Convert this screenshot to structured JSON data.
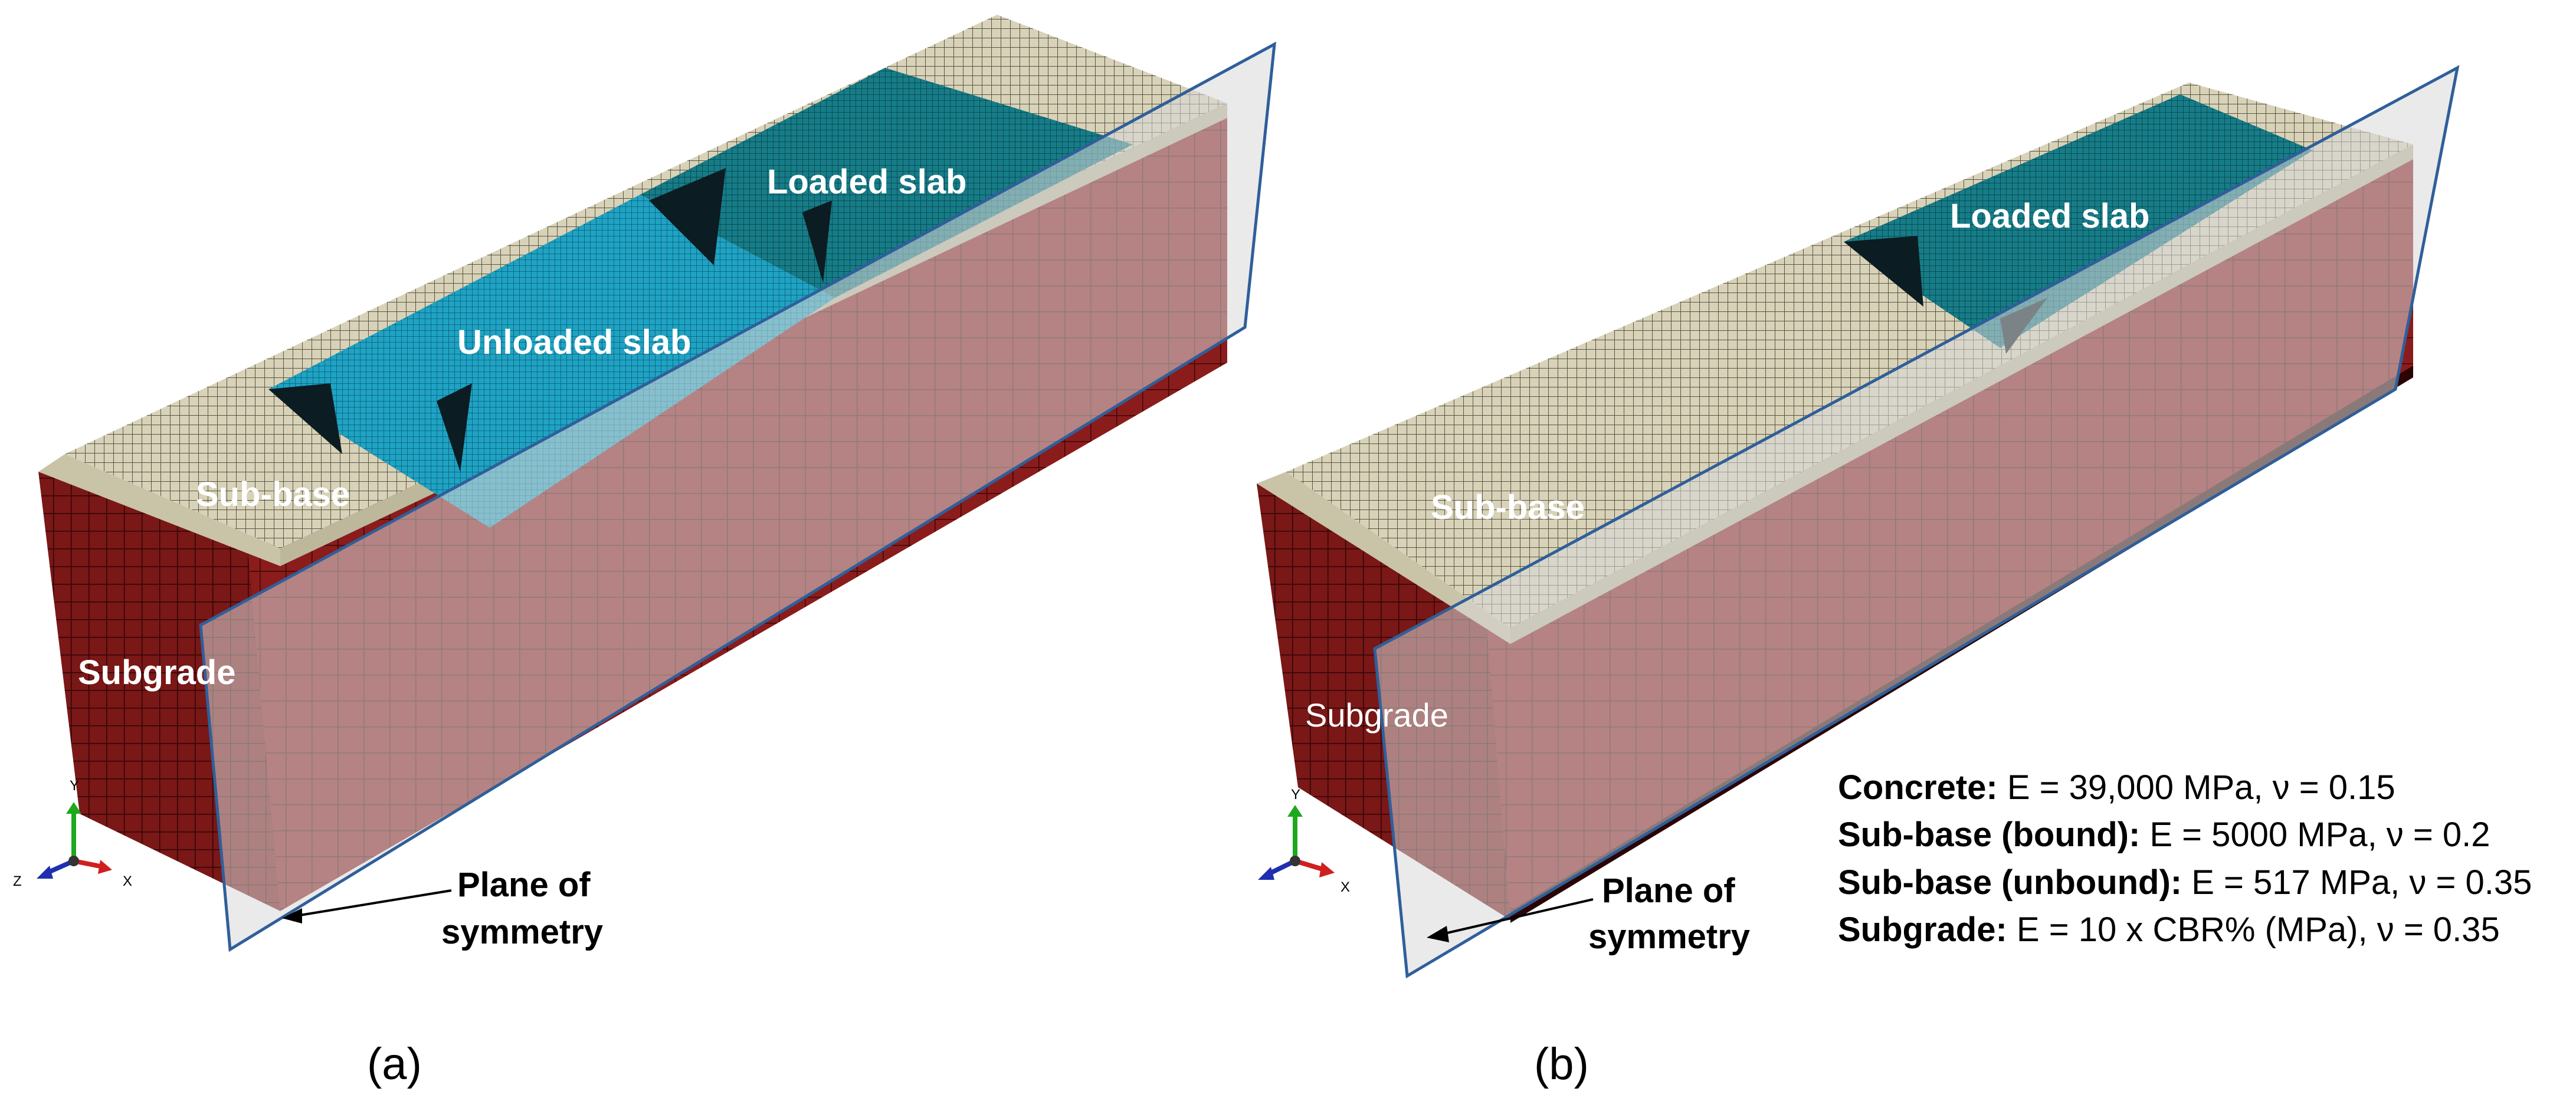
{
  "panel_a": {
    "labels": {
      "loaded_slab": "Loaded slab",
      "unloaded_slab": "Unloaded slab",
      "sub_base": "Sub-base",
      "subgrade": "Subgrade",
      "plane_line1": "Plane of",
      "plane_line2": "symmetry"
    },
    "axes": {
      "y": "Y",
      "z": "Z",
      "x": "X"
    },
    "caption": "(a)"
  },
  "panel_b": {
    "labels": {
      "loaded_slab": "Loaded slab",
      "sub_base": "Sub-base",
      "subgrade": "Subgrade",
      "plane_line1": "Plane of",
      "plane_line2": "symmetry"
    },
    "axes": {
      "y": "Y",
      "x": "X"
    },
    "caption": "(b)",
    "properties": [
      {
        "name": "Concrete:",
        "value": " E = 39,000 MPa, ν = 0.15"
      },
      {
        "name": "Sub-base (bound):",
        "value": " E = 5000 MPa, ν = 0.2"
      },
      {
        "name": "Sub-base (unbound):",
        "value": " E = 517 MPa, ν = 0.35"
      },
      {
        "name": "Subgrade:",
        "value": " E = 10 x CBR% (MPa), ν = 0.35"
      }
    ]
  },
  "colors": {
    "subgrade": "#8b1c1c",
    "subgrade_dark": "#6a1414",
    "sub_base": "#d8d2b8",
    "slab": "#1fa3c4",
    "slab_dark": "#0e5560",
    "plane_fill": "#d9d9d9",
    "plane_edge": "#2f5f9a"
  }
}
